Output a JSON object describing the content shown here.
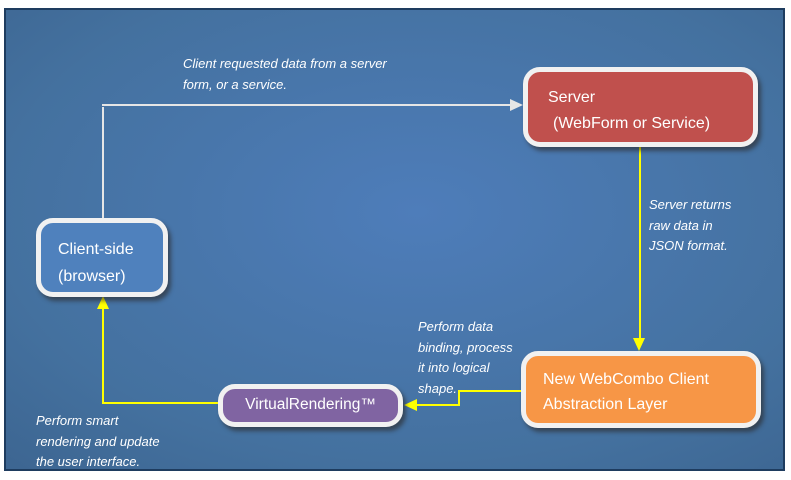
{
  "diagram": {
    "nodes": {
      "client": {
        "line1": "Client-side",
        "line2": "(browser)",
        "fill": "#4f81bd"
      },
      "server": {
        "line1": "Server",
        "line2": "(WebForm or Service)",
        "fill": "#c0504d"
      },
      "webcombo": {
        "line1": "New WebCombo Client",
        "line2": "Abstraction Layer",
        "fill": "#f79646"
      },
      "virtual": {
        "line1": "VirtualRendering™",
        "fill": "#8064a2"
      }
    },
    "annotations": {
      "request": {
        "lines": [
          "Client requested data from a server",
          "form, or a service."
        ]
      },
      "json": {
        "lines": [
          "Server returns",
          "raw data in",
          "JSON format."
        ]
      },
      "binding": {
        "lines": [
          "Perform data",
          "binding, process",
          "it into logical",
          "shape."
        ]
      },
      "render": {
        "lines": [
          "Perform smart",
          "rendering and update",
          "the user interface."
        ]
      }
    },
    "colors": {
      "background_center": "#4e7dba",
      "background_edge": "#2f5078",
      "panel_border": "#1e3c5f",
      "node_border": "#f1f1f1",
      "request_connector": "#e6e6e6",
      "data_connector": "#ffff00",
      "text": "#ffffff"
    }
  }
}
